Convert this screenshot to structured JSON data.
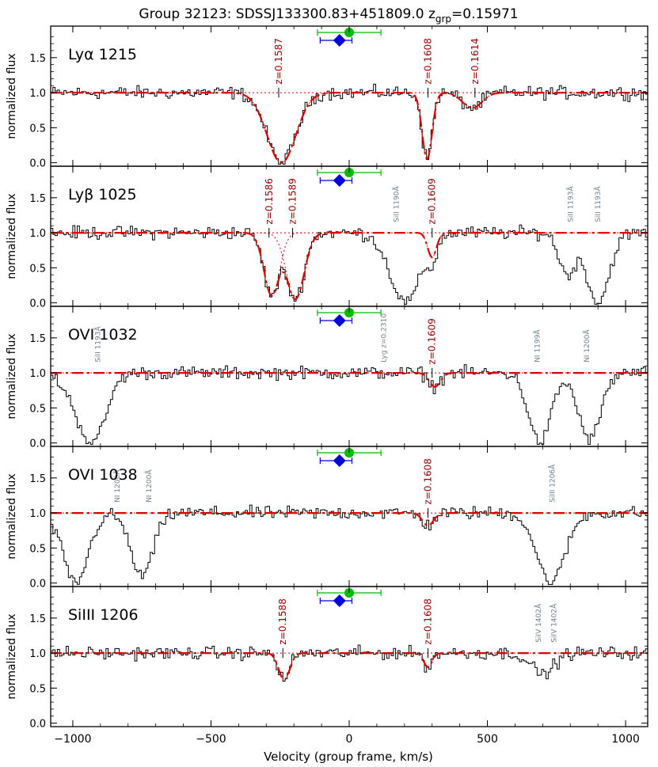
{
  "chart_data": {
    "type": "line",
    "title_main": "Group 32123: SDSSJ133300.83+451809.0 z",
    "title_sub": "grp",
    "title_tail": "=0.15971",
    "xlabel": "Velocity (group frame, km/s)",
    "ylabel": "normalized flux",
    "xlim": [
      -1080,
      1080
    ],
    "ylim": [
      -0.05,
      1.95
    ],
    "xticks": [
      -1000,
      -500,
      0,
      500,
      1000
    ],
    "yticks": [
      "0.0",
      "0.5",
      "1.0",
      "1.5"
    ],
    "markers": {
      "green_circle": {
        "x": 0,
        "err": [
          -115,
          115
        ],
        "color": "#00bb00"
      },
      "blue_diamond": {
        "x": -35,
        "err": [
          -70,
          45
        ],
        "color": "#0000dd"
      }
    },
    "colors": {
      "data": "#000000",
      "model": "#dd0000",
      "z_label": "#990000",
      "blend_label": "#708090"
    },
    "panels": [
      {
        "label": "Lyα 1215",
        "absorbers": [
          {
            "v": -245,
            "depth": 1.0,
            "sigma": 52
          },
          {
            "v": 282,
            "depth": 0.95,
            "sigma": 18
          },
          {
            "v": 445,
            "depth": 0.22,
            "sigma": 35
          }
        ],
        "blends": [],
        "z_labels": [
          {
            "text": "z=0.1587",
            "v": -255
          },
          {
            "text": "z=0.1608",
            "v": 285
          },
          {
            "text": "z=0.1614",
            "v": 455
          }
        ],
        "blend_labels": []
      },
      {
        "label": "Lyβ 1025",
        "absorbers": [
          {
            "v": -280,
            "depth": 0.9,
            "sigma": 28
          },
          {
            "v": -195,
            "depth": 0.95,
            "sigma": 32
          },
          {
            "v": 300,
            "depth": 0.35,
            "sigma": 16
          }
        ],
        "blends": [
          {
            "v": 205,
            "depth": 1.0,
            "sigma": 55
          },
          {
            "v": 790,
            "depth": 0.6,
            "sigma": 30
          },
          {
            "v": 900,
            "depth": 1.0,
            "sigma": 40
          }
        ],
        "z_labels": [
          {
            "text": "z=0.1586",
            "v": -290
          },
          {
            "text": "z=0.1589",
            "v": -205
          },
          {
            "text": "z=0.1609",
            "v": 300
          }
        ],
        "blend_labels": [
          {
            "text": "SiII 1190Å",
            "v": 170
          },
          {
            "text": "SiII 1193Å",
            "v": 800
          },
          {
            "text": "SiII 1193Å",
            "v": 900
          }
        ]
      },
      {
        "label": "OVI 1032",
        "absorbers": [
          {
            "v": 310,
            "depth": 0.2,
            "sigma": 20
          }
        ],
        "blends": [
          {
            "v": -930,
            "depth": 1.0,
            "sigma": 45
          },
          {
            "v": -960,
            "depth": 0.35,
            "sigma": 60
          },
          {
            "v": 690,
            "depth": 1.0,
            "sigma": 40
          },
          {
            "v": 870,
            "depth": 0.95,
            "sigma": 40
          }
        ],
        "z_labels": [
          {
            "text": "z=0.1609",
            "v": 300
          }
        ],
        "blend_labels": [
          {
            "text": "SiII 1193Å",
            "v": -910
          },
          {
            "text": "Lyg z=0.2310",
            "v": 125
          },
          {
            "text": "NI 1199Å",
            "v": 680
          },
          {
            "text": "NI 1200Å",
            "v": 860
          }
        ]
      },
      {
        "label": "OVI 1038",
        "absorbers": [
          {
            "v": 285,
            "depth": 0.18,
            "sigma": 20
          }
        ],
        "blends": [
          {
            "v": -990,
            "depth": 1.0,
            "sigma": 45
          },
          {
            "v": -750,
            "depth": 0.9,
            "sigma": 40
          },
          {
            "v": 730,
            "depth": 1.0,
            "sigma": 50
          }
        ],
        "z_labels": [
          {
            "text": "z=0.1608",
            "v": 285
          }
        ],
        "blend_labels": [
          {
            "text": "NI 1200Å",
            "v": -840
          },
          {
            "text": "NI 1200Å",
            "v": -725
          },
          {
            "text": "SiIII 1206Å",
            "v": 735
          }
        ]
      },
      {
        "label": "SiIII 1206",
        "absorbers": [
          {
            "v": -235,
            "depth": 0.38,
            "sigma": 20
          },
          {
            "v": 285,
            "depth": 0.2,
            "sigma": 15
          }
        ],
        "blends": [
          {
            "v": 700,
            "depth": 0.3,
            "sigma": 40
          }
        ],
        "z_labels": [
          {
            "text": "z=0.1588",
            "v": -240
          },
          {
            "text": "z=0.1608",
            "v": 285
          }
        ],
        "blend_labels": [
          {
            "text": "SiIV 1402Å",
            "v": 685
          },
          {
            "text": "SiIV 1402Å",
            "v": 740
          }
        ]
      }
    ]
  }
}
